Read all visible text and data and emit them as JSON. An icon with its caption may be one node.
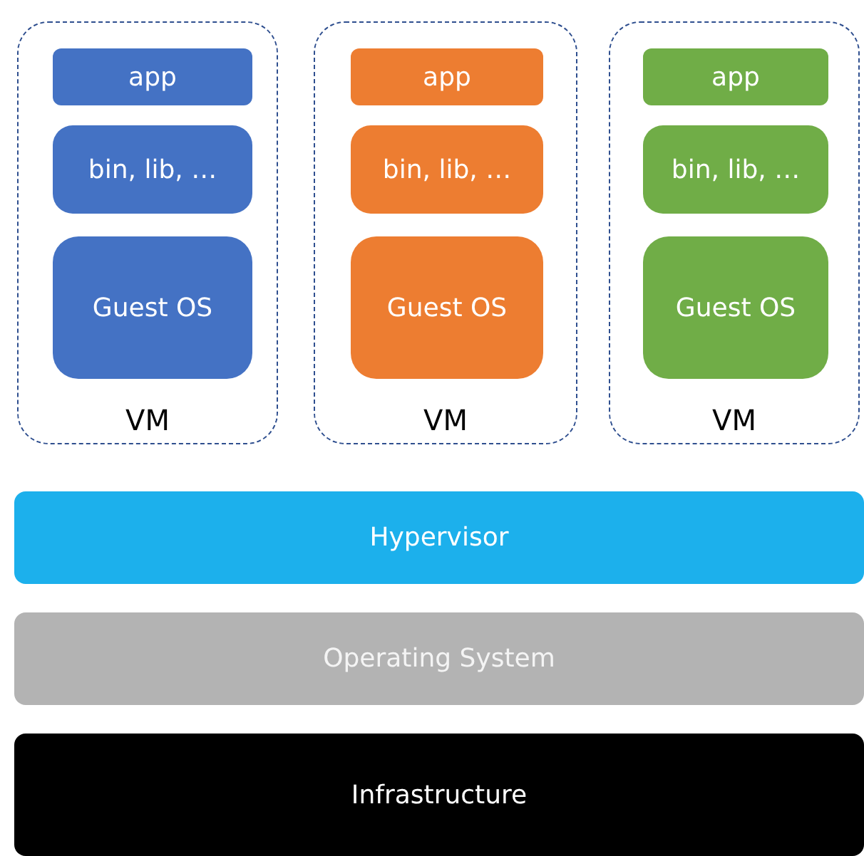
{
  "diagram": {
    "nodes": [
      {
        "text": [
          "VM"
        ]
      },
      {
        "text": [
          "app"
        ],
        "in": 0
      },
      {
        "text": [
          "bin, lib, …"
        ],
        "in": 0
      },
      {
        "text": [
          "Guest OS"
        ],
        "in": 0
      },
      {
        "text": [
          "VM"
        ]
      },
      {
        "text": [
          "app"
        ],
        "in": 4
      },
      {
        "text": [
          "bin, lib, …"
        ],
        "in": 4
      },
      {
        "text": [
          "Guest OS"
        ],
        "in": 4
      },
      {
        "text": [
          "VM"
        ]
      },
      {
        "text": [
          "app"
        ],
        "in": 8
      },
      {
        "text": [
          "bin, lib, …"
        ],
        "in": 8
      },
      {
        "text": [
          "Guest OS"
        ],
        "in": 8
      },
      {
        "text": [
          "Hypervisor"
        ]
      },
      {
        "text": [
          "Operating System"
        ]
      },
      {
        "text": [
          "Infrastructure"
        ]
      }
    ]
  }
}
